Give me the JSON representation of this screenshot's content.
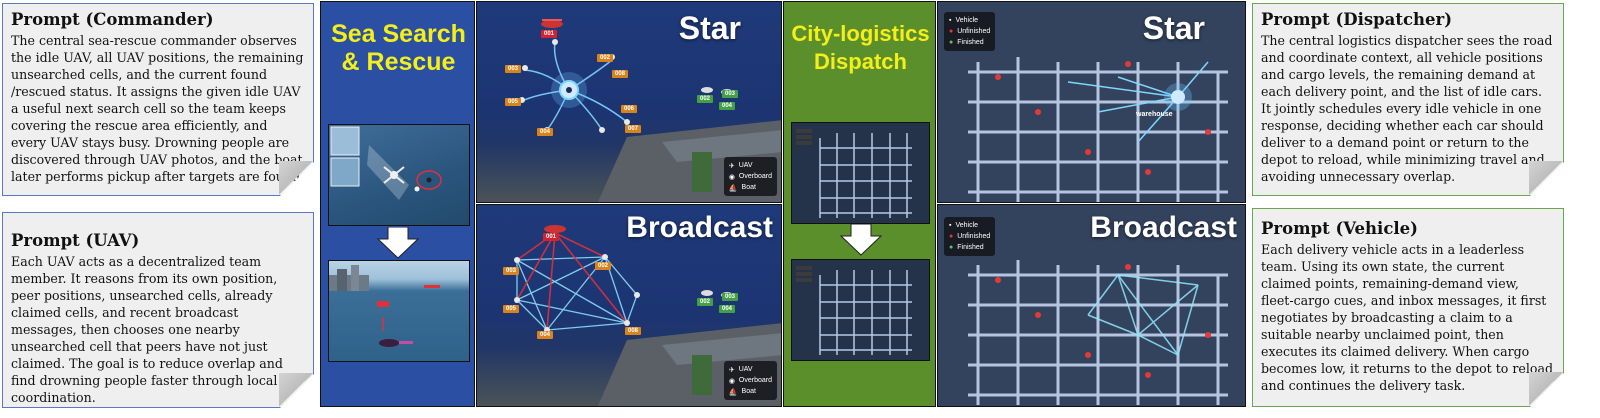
{
  "notes": {
    "commander": {
      "title": "Prompt (Commander)",
      "body": "The central sea-rescue commander observes the idle UAV, all UAV positions, the remaining unsearched cells, and the current found /rescued status. It assigns the given idle UAV a useful next search cell so the team keeps covering the rescue area efficiently, and every UAV stays busy. Drowning people are discovered through UAV photos, and the boat later performs pickup after targets are found."
    },
    "uav": {
      "title": "Prompt (UAV)",
      "body": "Each UAV acts as a decentralized team member. It reasons from its own position, peer positions, unsearched cells, already claimed cells, and recent broadcast messages, then chooses one nearby unsearched cell that peers have not just claimed. The goal is to reduce overlap and find drowning people faster through local coordination."
    },
    "dispatcher": {
      "title": "Prompt (Dispatcher)",
      "body": "The central logistics dispatcher sees the road and coordinate context, all vehicle positions and cargo levels, the remaining demand at each delivery point, and the list of idle cars. It jointly schedules every idle vehicle in one response, deciding whether each car should deliver to a demand point or return to the depot to reload, while minimizing travel and avoiding unnecessary overlap."
    },
    "vehicle": {
      "title": "Prompt (Vehicle)",
      "body": "Each delivery vehicle acts in a leaderless team. Using its own state, the current claimed points, remaining-demand view, fleet-cargo cues, and inbox messages, it first negotiates by broadcasting a claim to a suitable nearby unclaimed point, then executes its claimed delivery. When cargo becomes low, it returns to the depot to reload and continues the delivery task."
    }
  },
  "scenarios": {
    "sea": {
      "label": "Sea Search & Rescue",
      "color": "#2a4fa3",
      "label_color": "#f4ee1a"
    },
    "city": {
      "label": "City-logistics Dispatch",
      "color": "#5a8f2b",
      "label_color": "#f4ee1a"
    }
  },
  "modes": {
    "star": "Star",
    "broadcast": "Broadcast"
  },
  "sea_map": {
    "commander_tag": "001",
    "uav_tags": [
      "002",
      "003",
      "004",
      "005",
      "006",
      "007",
      "008"
    ],
    "group_tags": [
      "002",
      "003",
      "004"
    ],
    "legend": [
      "UAV",
      "Overboard",
      "Boat"
    ]
  },
  "city_map": {
    "legend": [
      "Vehicle",
      "Unfinished",
      "Finished"
    ],
    "depot_label": "warehouse"
  },
  "colors": {
    "sea_blue": "#2a4fa3",
    "green": "#5a8f2b",
    "star_links": "#7fd6ff",
    "broadcast_links": "#8fe8ff",
    "command_red": "#e0303a"
  }
}
